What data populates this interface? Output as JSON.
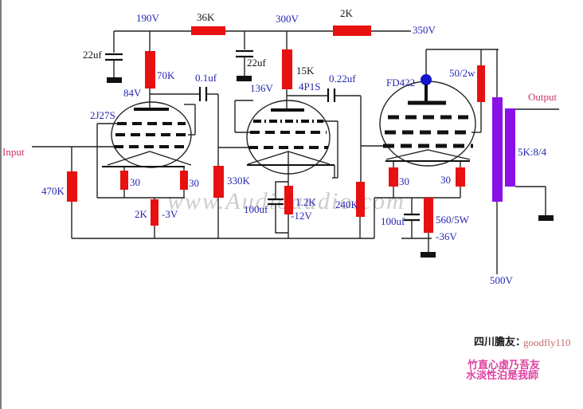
{
  "labels": {
    "supply_190v": "190V",
    "r_36k": "36K",
    "supply_300v": "300V",
    "r_2k_plate": "2K",
    "supply_350v": "350V",
    "c_22uf_1": "22uf",
    "r_70k": "70K",
    "c_01uf": "0.1uf",
    "c_22uf_2": "22uf",
    "node_84v": "84V",
    "tube1_type": "2J27S",
    "node_136v": "136V",
    "r_15k": "15K",
    "tube2_type": "4P1S",
    "c_022uf": "0.22uf",
    "tube3_type": "FD422",
    "r_50_2w": "50/2w",
    "output": "Output",
    "transformer_ratio": "5K:8/4",
    "input": "Input",
    "r_470k": "470K",
    "r_30_t1_left": "30",
    "r_30_t1_right": "30",
    "r_330k": "330K",
    "r_2k_cathode": "2K",
    "bias_minus3v": "-3V",
    "c_100uf_t2": "100uf",
    "r_1k2": "1.2K",
    "bias_minus12v": "-12V",
    "r_240k": "240K",
    "r_30_t3_left": "30",
    "r_30_t3_right": "30",
    "c_100uf_t3": "100uf",
    "r_560_5w": "560/5W",
    "bias_minus36v": "-36V",
    "supply_500v": "500V"
  },
  "signature": {
    "name": "四川膽友：",
    "id": "goodfly110"
  },
  "poem": {
    "line1": "竹直心虛乃吾友",
    "line2": "水淡性泊是我師"
  },
  "watermark": "www.Audioaudio.com",
  "colors": {
    "resistor_red": "#e81010",
    "transformer_purple": "#8a10e8",
    "label_blue": "#2626b2",
    "label_black": "#161616",
    "io_magenta": "#cc3366",
    "poem_pink": "#e040a0",
    "signature_id": "#c76b6b",
    "top_cap_blue": "#1515cc",
    "wire": "#222222",
    "watermark_gray": "#cccccc"
  }
}
